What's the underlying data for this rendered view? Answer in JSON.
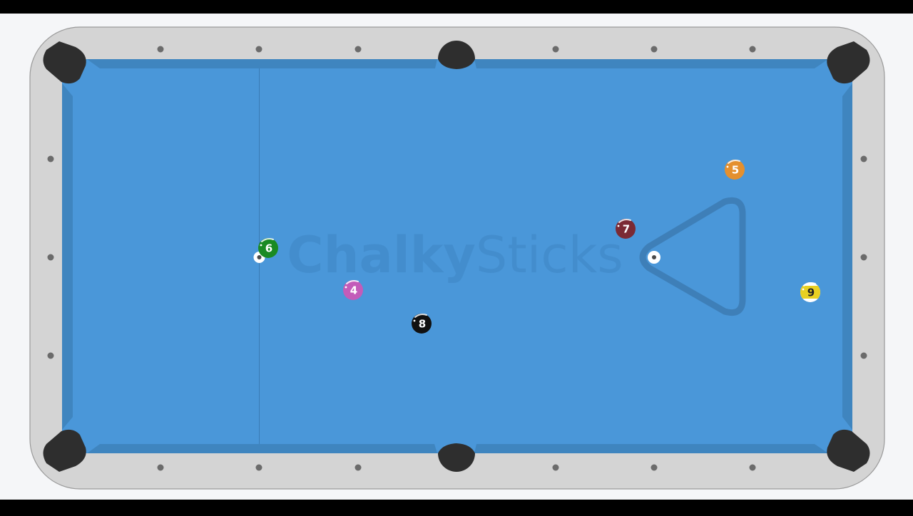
{
  "app": {
    "watermark": {
      "part1": "Chalky",
      "part2": "Sticks"
    }
  },
  "colors": {
    "background": "#f5f6f8",
    "rail": "#d4d4d4",
    "rail_outline": "#9a9a9a",
    "felt": "#4a97d9",
    "cushion": "#3f85bf",
    "cushion_dark": "#2d6a9a",
    "pocket": "#2e2e2e",
    "diamond": "#6b6b6b",
    "rack_outline": "#3e7fb8",
    "watermark": "#3f86c4",
    "head_string": "#3b7cb5"
  },
  "rack": {
    "shape": "triangle",
    "icon": "rack-triangle-outline"
  },
  "balls": [
    {
      "number": "6",
      "color": "#1a8a23",
      "text_color": "#ffffff",
      "style": "solid"
    },
    {
      "number": "4",
      "color": "#c35cb9",
      "text_color": "#ffffff",
      "style": "solid"
    },
    {
      "number": "8",
      "color": "#111111",
      "text_color": "#ffffff",
      "style": "solid"
    },
    {
      "number": "7",
      "color": "#7b2a34",
      "text_color": "#ffffff",
      "style": "solid"
    },
    {
      "number": "5",
      "color": "#e4902f",
      "text_color": "#ffffff",
      "style": "solid"
    },
    {
      "number": "9",
      "color": "#e8d022",
      "text_color": "#222222",
      "style": "stripe"
    }
  ],
  "spots": [
    "head-spot",
    "foot-spot"
  ]
}
